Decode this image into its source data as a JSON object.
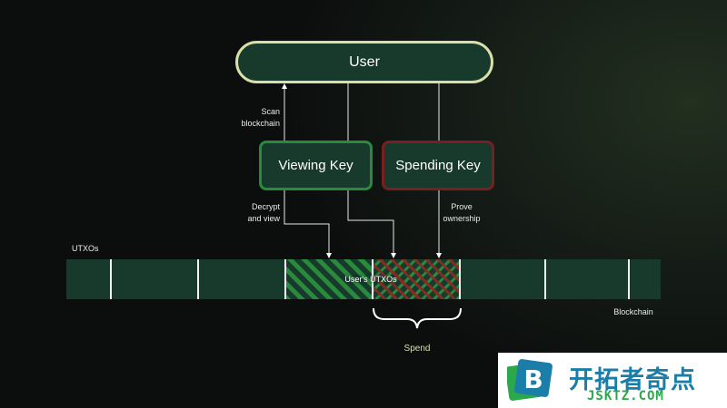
{
  "user": {
    "label": "User"
  },
  "viewing_key": {
    "label": "Viewing Key"
  },
  "spending_key": {
    "label": "Spending Key"
  },
  "notes": {
    "scan": "Scan\nblockchain",
    "decrypt": "Decrypt\nand view",
    "prove": "Prove\nownership"
  },
  "strip": {
    "utxos_label": "UTXOs",
    "blockchain_label": "Blockchain",
    "users_utxos_label": "User's UTXOs"
  },
  "spend": {
    "label": "Spend"
  },
  "logo": {
    "name_cn": "开拓者奇点",
    "url": "JSKTZ.COM",
    "letter": "B"
  },
  "colors": {
    "box_fill": "#173a2d",
    "user_border": "#d9dfa9",
    "viewing_border": "#2a8a3b",
    "spending_border": "#7a1f1f",
    "spend_accent": "#d9dfa9"
  }
}
